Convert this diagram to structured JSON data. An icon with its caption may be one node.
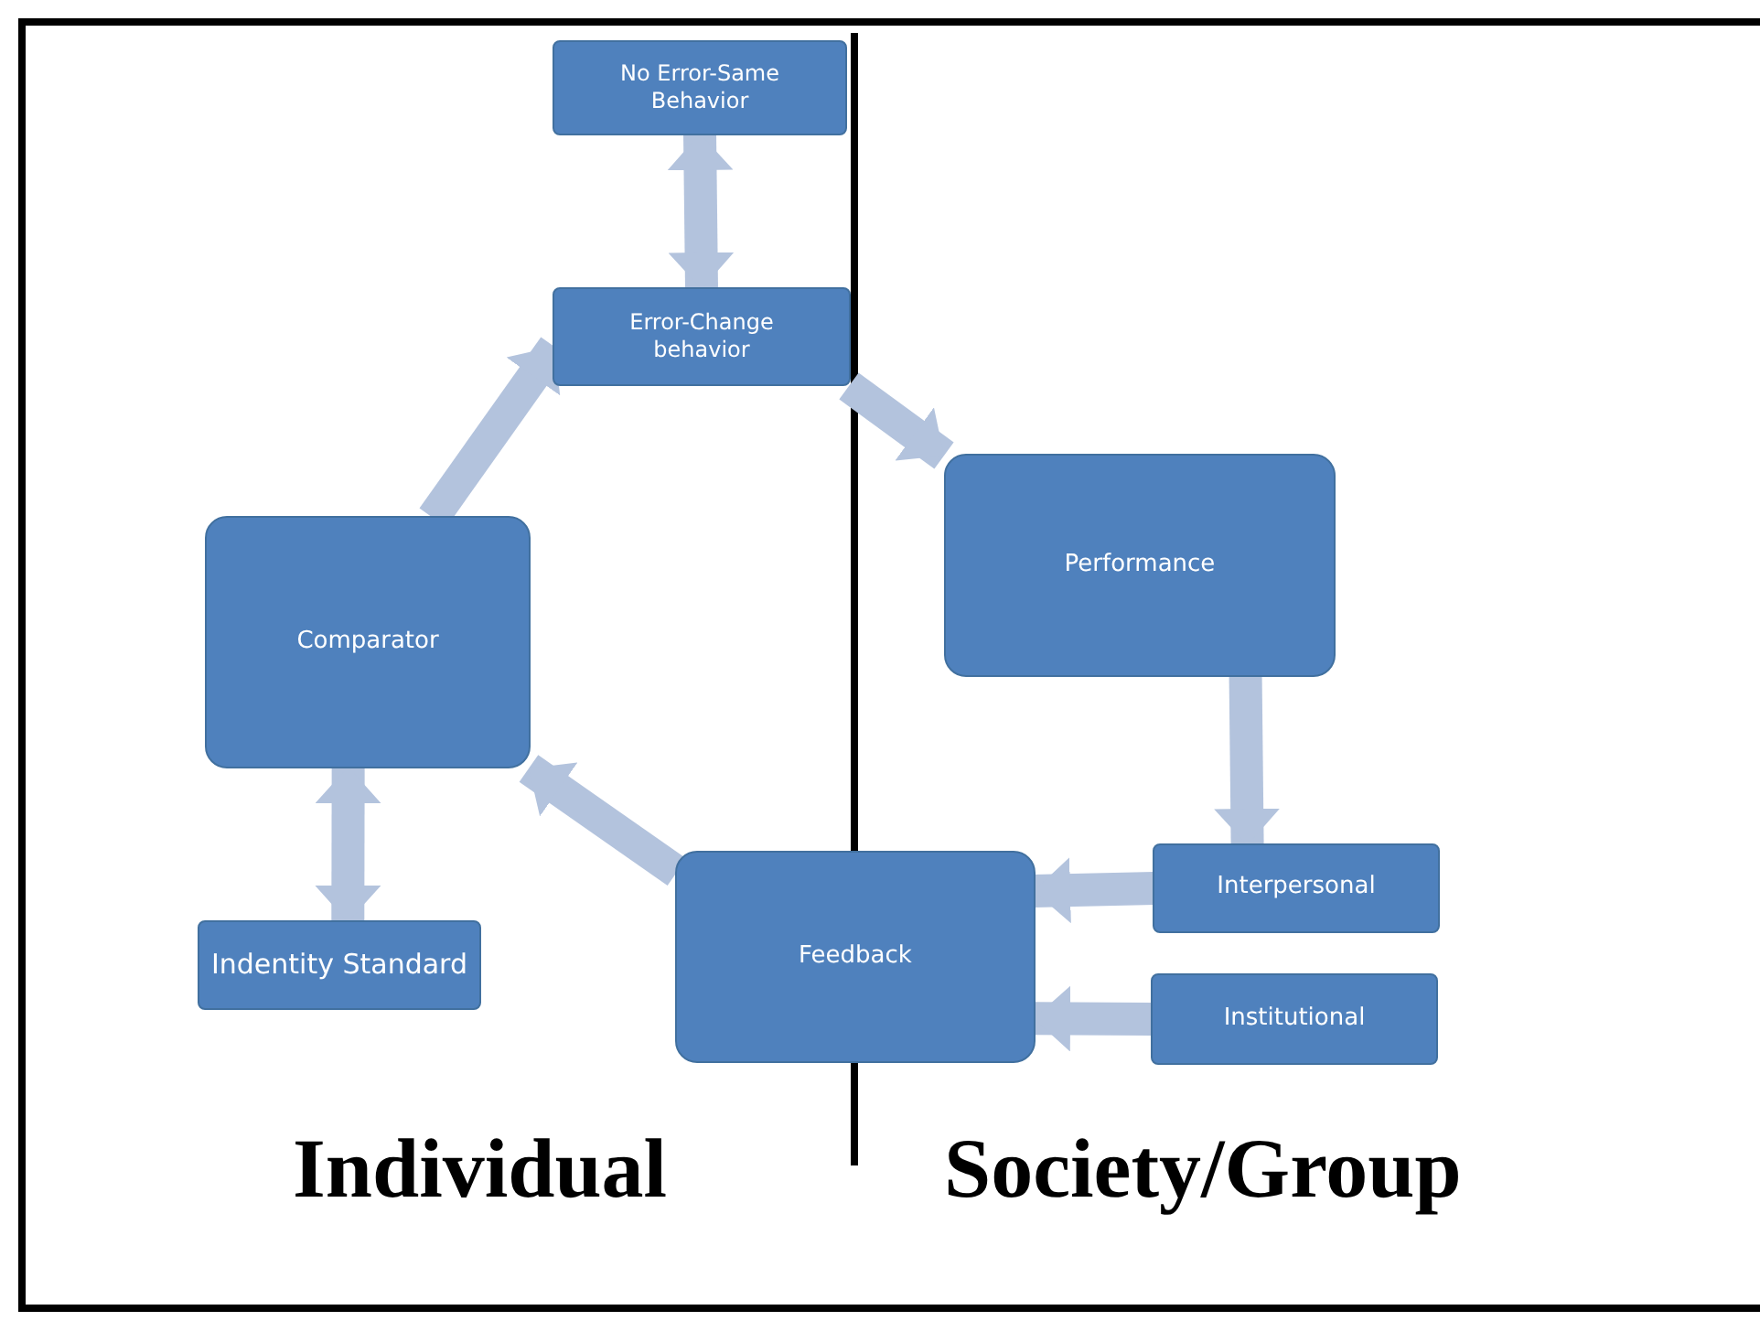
{
  "diagram": {
    "nodes": [
      {
        "text": [
          "No Error-Same Behavior"
        ]
      },
      {
        "text": [
          "Error-Change behavior"
        ]
      },
      {
        "text": [
          "Performance"
        ]
      },
      {
        "text": [
          "Comparator"
        ]
      },
      {
        "text": [
          "Interpersonal"
        ]
      },
      {
        "text": [
          "Feedback"
        ]
      },
      {
        "text": [
          "Indentity Standard"
        ]
      },
      {
        "text": [
          "Institutional"
        ]
      }
    ],
    "edges": [
      {
        "from": 1,
        "to": 0,
        "arrow": "both"
      },
      {
        "from": 1,
        "to": 2,
        "arrow": "to"
      },
      {
        "from": 2,
        "to": 4,
        "arrow": "to"
      },
      {
        "from": 4,
        "to": 5,
        "arrow": "to"
      },
      {
        "from": 7,
        "to": 5,
        "arrow": "to"
      },
      {
        "from": 5,
        "to": 3,
        "arrow": "to"
      },
      {
        "from": 3,
        "to": 1,
        "arrow": "to"
      },
      {
        "from": 3,
        "to": 6,
        "arrow": "both"
      }
    ],
    "labels": [
      "Individual",
      "Society/Group"
    ]
  }
}
